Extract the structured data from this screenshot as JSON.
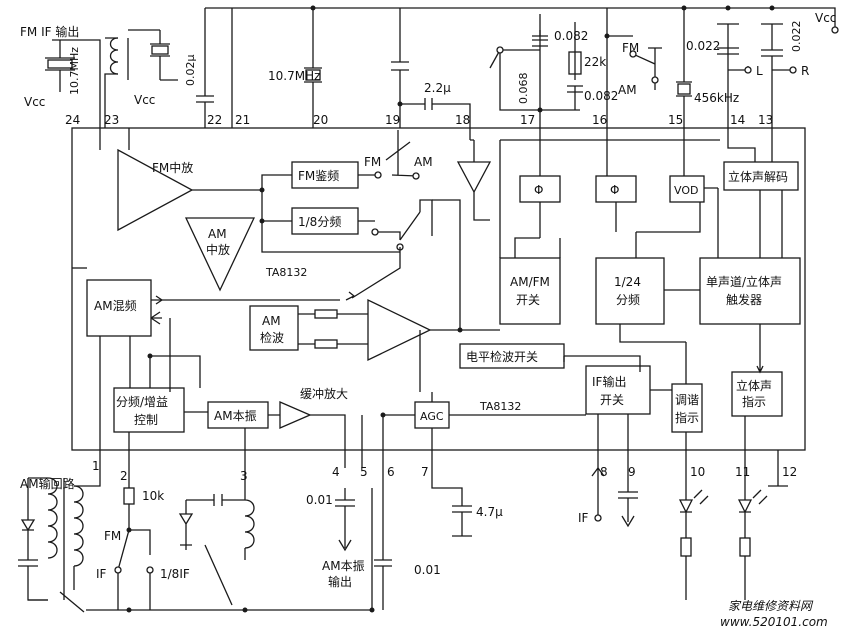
{
  "labels": {
    "fm_if_out": "FM IF 输出",
    "ref_top": "Vcc",
    "xtal1": "10.7MHz",
    "vcc1": "Vcc",
    "vcc2": "Vcc",
    "c_002u": "0.02μ",
    "xtal2": "10.7MHz",
    "c_22u": "2.2μ",
    "c_068": "0.068",
    "c_0082a": "0.082",
    "r_22k": "22k",
    "c_0082b": "0.082",
    "fm_sw": "FM",
    "am_sw": "AM",
    "xtal3": "456kHz",
    "c_0022a": "0.022",
    "c_0022b": "0.022",
    "L": "L",
    "R": "R",
    "fm_if_amp": "FM中放",
    "am_if_amp_1": "AM",
    "am_if_amp_2": "中放",
    "fm_disc": "FM鉴频",
    "div8": "1/8分频",
    "fm_pos": "FM",
    "am_pos": "AM",
    "ta8132_a": "TA8132",
    "ta8132_b": "TA8132",
    "phi1": "Φ",
    "phi2": "Φ",
    "vco": "VOD",
    "stereo_dec": "立体声解码",
    "amfm_sw_1": "AM/FM",
    "amfm_sw_2": "开关",
    "div24_1": "1/24",
    "div24_2": "分频",
    "mono_st_1": "单声道/立体声",
    "mono_st_2": "触发器",
    "am_mixer": "AM混频",
    "am_det_1": "AM",
    "am_det_2": "检波",
    "level_det": "电平检波开关",
    "div_gain_1": "分频/增益",
    "div_gain_2": "控制",
    "am_osc": "AM本振",
    "buf_amp": "缓冲放大",
    "agc": "AGC",
    "if_out_1": "IF输出",
    "if_out_2": "开关",
    "tune_ind_1": "调谐",
    "tune_ind_2": "指示",
    "st_ind_1": "立体声",
    "st_ind_2": "指示",
    "am_input": "AM输回路",
    "r_10k": "10k",
    "fm_bot": "FM",
    "if_bot": "IF",
    "if8": "1/8IF",
    "c_001a": "0.01",
    "am_osc_out_1": "AM本振",
    "am_osc_out_2": "输出",
    "c_47u": "4.7μ",
    "if_in": "IF",
    "c_001b": "0.01",
    "watermark_1": "家电维修资料网",
    "watermark_2": "www.520101.com"
  },
  "pins_top": [
    "24",
    "23",
    "22",
    "21",
    "20",
    "19",
    "18",
    "17",
    "16",
    "15",
    "14",
    "13"
  ],
  "pins_bottom": [
    "1",
    "2",
    "3",
    "4",
    "5",
    "6",
    "7",
    "8",
    "9",
    "10",
    "11",
    "12"
  ],
  "colors": {
    "line": "#1a1a1a",
    "watermark": "#c2410c",
    "background": "#ffffff"
  }
}
